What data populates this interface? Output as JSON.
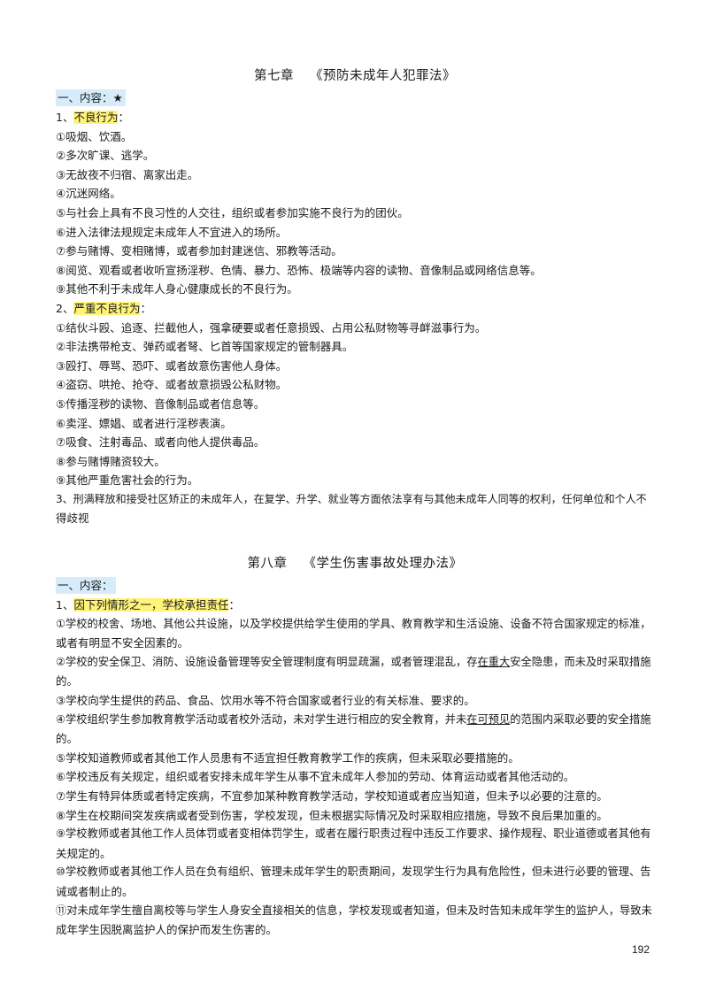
{
  "chapter7": {
    "title_a": "第七章",
    "title_b": "《预防未成年人犯罪法》",
    "section": "一、内容：★",
    "item1_num": "1、",
    "item1_hl": "不良行为",
    "item1_tail": "：",
    "bad_behaviors": [
      "①吸烟、饮酒。",
      "②多次旷课、逃学。",
      "③无故夜不归宿、离家出走。",
      "④沉迷网络。",
      "⑤与社会上具有不良习性的人交往，组织或者参加实施不良行为的团伙。",
      "⑥进入法律法规规定未成年人不宜进入的场所。",
      "⑦参与赌博、变相赌博，或者参加封建迷信、邪教等活动。",
      "⑧阅览、观看或者收听宣扬淫秽、色情、暴力、恐怖、极端等内容的读物、音像制品或网络信息等。",
      "⑨其他不利于未成年人身心健康成长的不良行为。"
    ],
    "item2_num": "2、",
    "item2_hl": "严重不良行为",
    "item2_tail": "：",
    "serious_behaviors": [
      "①结伙斗殴、追逐、拦截他人，强拿硬要或者任意损毁、占用公私财物等寻衅滋事行为。",
      "②非法携带枪支、弹药或者弩、匕首等国家规定的管制器具。",
      "③殴打、辱骂、恐吓、或者故意伤害他人身体。",
      "④盗窃、哄抢、抢夺、或者故意损毁公私财物。",
      "⑤传播淫秽的读物、音像制品或者信息等。",
      "⑥卖淫、嫖娼、或者进行淫秽表演。",
      "⑦吸食、注射毒品、或者向他人提供毒品。",
      "⑧参与赌博赌资较大。",
      "⑨其他严重危害社会的行为。"
    ],
    "item3_line1": "3、刑满释放和接受社区矫正的未成年人，在复学、升学、就业等方面依法享有与其他未成年人同等的权利，任何单位和个人不",
    "item3_line2": "得歧视"
  },
  "chapter8": {
    "title_a": "第八章",
    "title_b": "《学生伤害事故处理办法》",
    "section": "一、内容：",
    "item1_num": "1、",
    "item1_hl": "因下列情形之一，学校承担责任",
    "item1_tail": "：",
    "l1a": "①学校的校舍、场地、其他公共设施，以及学校提供给学生使用的学具、教育教学和生活设施、设备不符合国家规定的标准，",
    "l1b": "或者有明显不安全因素的。",
    "l2a_pre": "②学校的安全保卫、消防、设施设备管理等安全管理制度有明显疏漏，或者管理混乱，存",
    "l2a_ul": "在重大",
    "l2a_post": "安全隐患，而未及时采取措施",
    "l2b": "的。",
    "l3": "③学校向学生提供的药品、食品、饮用水等不符合国家或者行业的有关标准、要求的。",
    "l4a_pre": "④学校组织学生参加教育教学活动或者校外活动，未对学生进行相应的安全教育，并未",
    "l4a_ul": "在可预见",
    "l4a_post": "的范围内采取必要的安全措施",
    "l4b": "的。",
    "l5": "⑤学校知道教师或者其他工作人员患有不适宜担任教育教学工作的疾病，但未采取必要措施的。",
    "l6": "⑥学校违反有关规定，组织或者安排未成年学生从事不宜未成年人参加的劳动、体育运动或者其他活动的。",
    "l7": "⑦学生有特异体质或者特定疾病，不宜参加某种教育教学活动，学校知道或者应当知道，但未予以必要的注意的。",
    "l8": "⑧学生在校期间突发疾病或者受到伤害，学校发现，但未根据实际情况及时采取相应措施，导致不良后果加重的。",
    "l9a": "⑨学校教师或者其他工作人员体罚或者变相体罚学生，或者在履行职责过程中违反工作要求、操作规程、职业道德或者其他有",
    "l9b": "关规定的。",
    "l10a": "⑩学校教师或者其他工作人员在负有组织、管理未成年学生的职责期间，发现学生行为具有危险性，但未进行必要的管理、告",
    "l10b": "诫或者制止的。",
    "l11a": "⑪对未成年学生擅自离校等与学生人身安全直接相关的信息，学校发现或者知道，但未及时告知未成年学生的监护人，导致未",
    "l11b": "成年学生因脱离监护人的保护而发生伤害的。"
  },
  "page_number": "192"
}
